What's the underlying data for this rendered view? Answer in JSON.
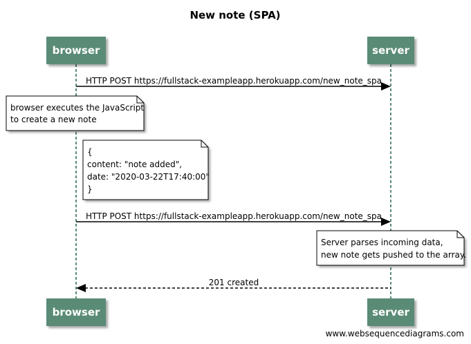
{
  "diagram": {
    "title": "New note (SPA)",
    "participants": [
      {
        "id": "browser",
        "label": "browser"
      },
      {
        "id": "server",
        "label": "server"
      }
    ],
    "steps": [
      {
        "type": "message",
        "from": "browser",
        "to": "server",
        "style": "solid",
        "label": "HTTP POST https://fullstack-exampleapp.herokuapp.com/new_note_spa"
      },
      {
        "type": "note",
        "over": "browser",
        "lines": [
          "browser executes the JavaScript",
          "to create a new note"
        ]
      },
      {
        "type": "note",
        "right_of": "browser",
        "lines": [
          "{",
          "content: \"note added\",",
          "date: \"2020-03-22T17:40:00\"",
          "}"
        ]
      },
      {
        "type": "message",
        "from": "browser",
        "to": "server",
        "style": "solid",
        "label": "HTTP POST https://fullstack-exampleapp.herokuapp.com/new_note_spa"
      },
      {
        "type": "note",
        "over": "server",
        "lines": [
          "Server parses incoming data,",
          "new note gets pushed to the array."
        ]
      },
      {
        "type": "message",
        "from": "server",
        "to": "browser",
        "style": "dashed",
        "label": "201 created"
      }
    ],
    "colors": {
      "actor_fill": "#5a8b76",
      "actor_text": "#ffffff",
      "lifeline": "#5a8b76",
      "arrow": "#000000",
      "note_fill": "#ffffff",
      "note_border": "#000000"
    }
  },
  "footer": {
    "credit": "www.websequencediagrams.com"
  }
}
